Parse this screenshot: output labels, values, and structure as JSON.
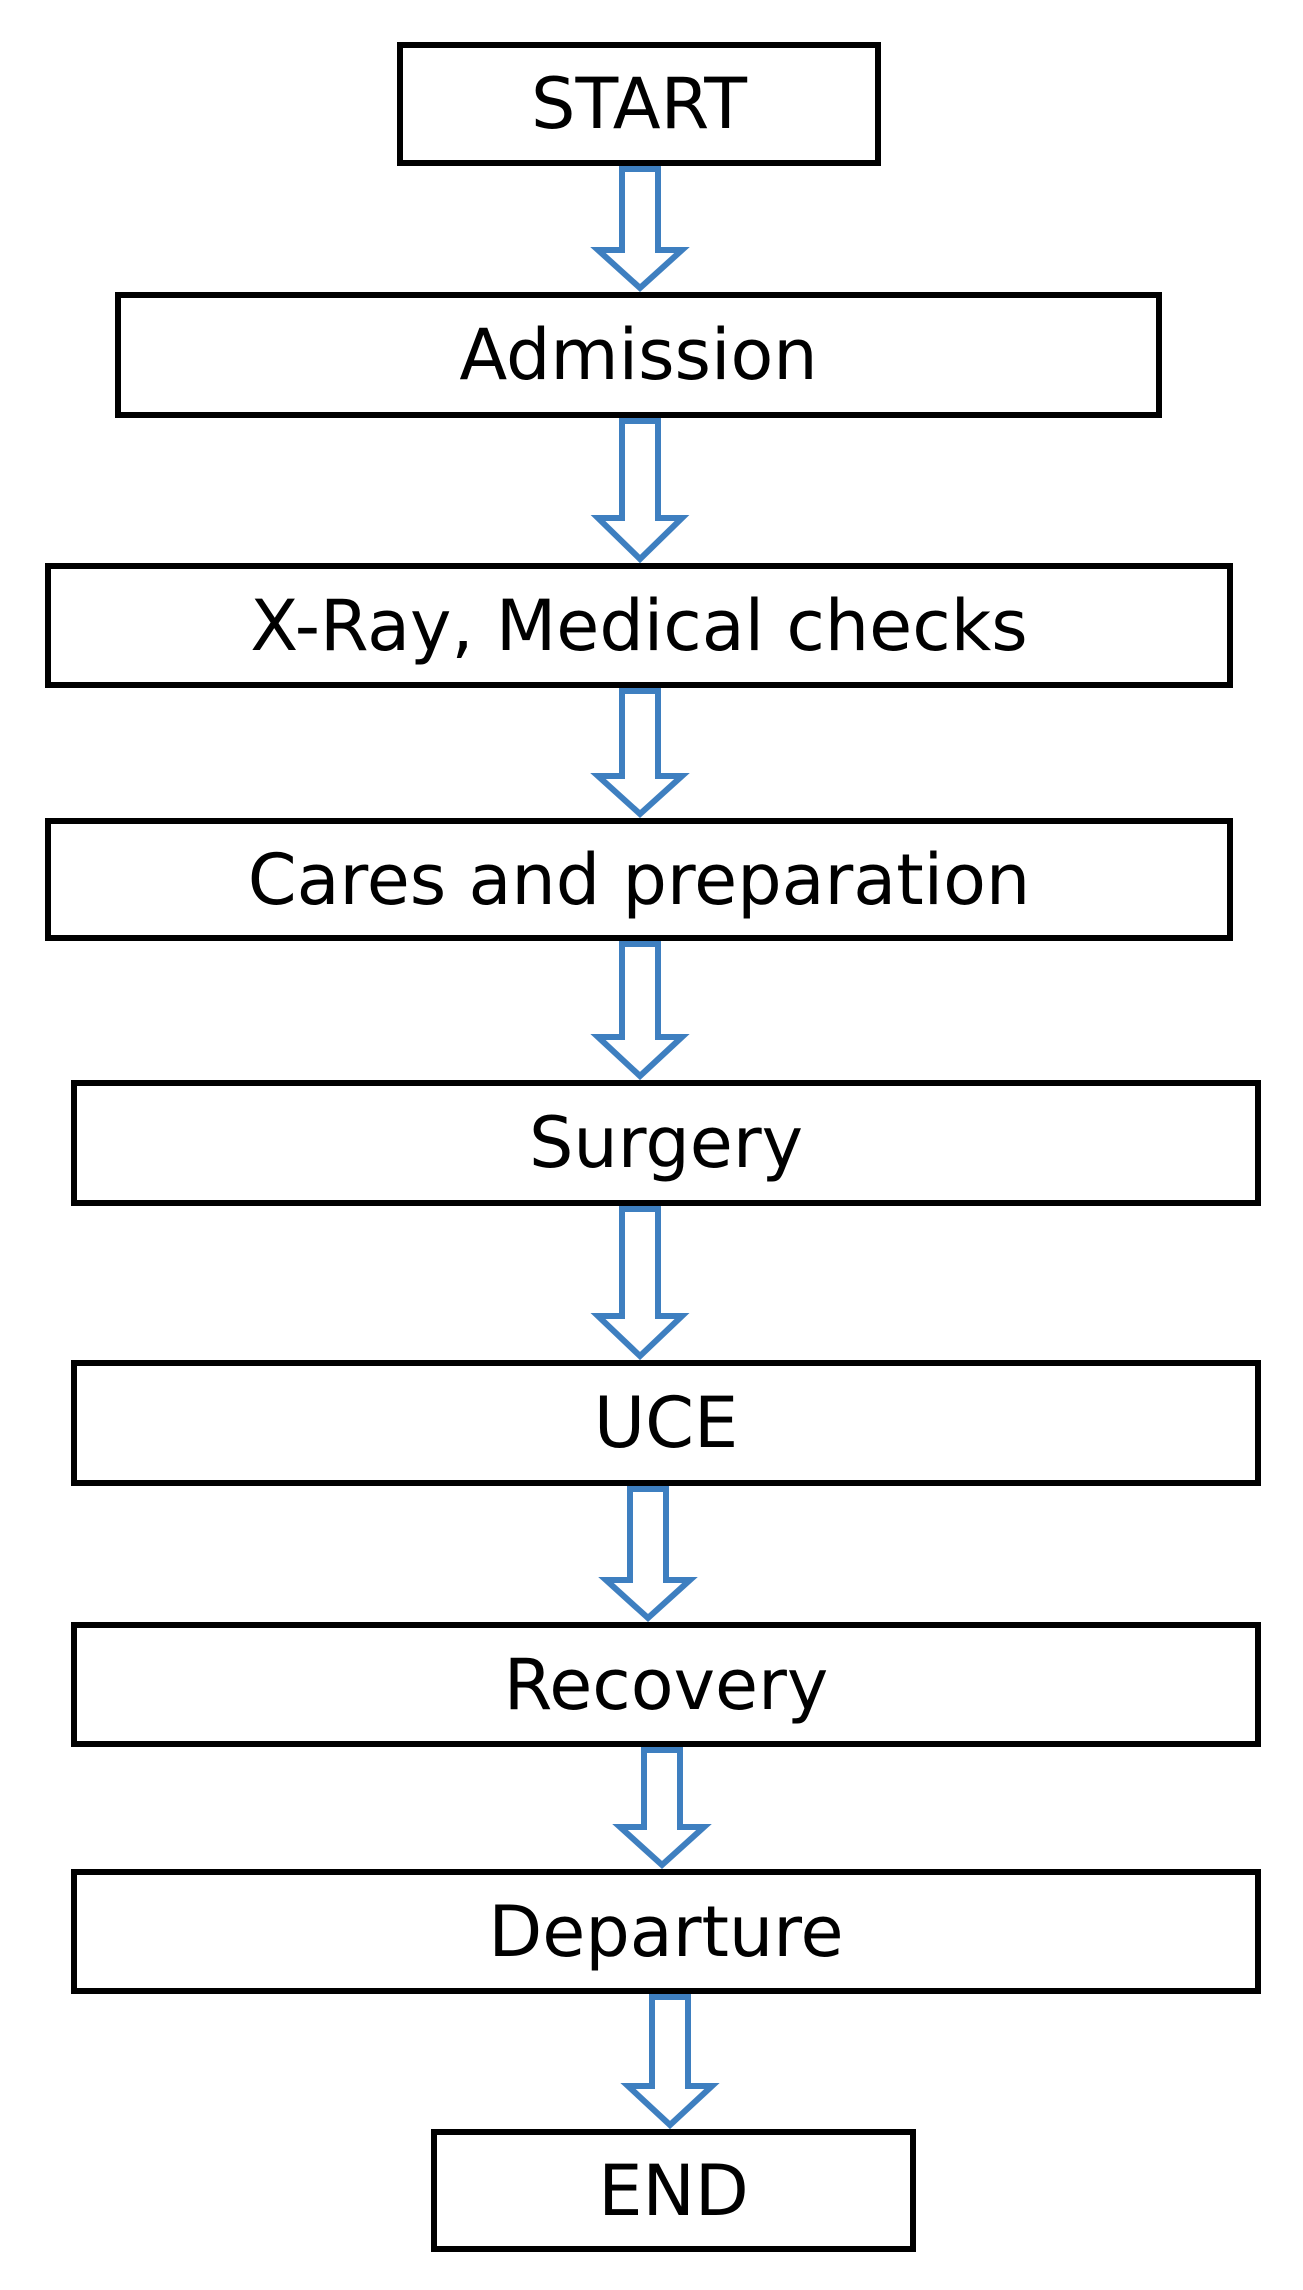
{
  "colors": {
    "box_border": "#000000",
    "box_fill": "#ffffff",
    "text": "#000000",
    "arrow_stroke": "#3E7FC0",
    "arrow_fill": "#ffffff"
  },
  "steps": [
    {
      "label": "START"
    },
    {
      "label": "Admission"
    },
    {
      "label": "X-Ray, Medical checks"
    },
    {
      "label": "Cares and preparation"
    },
    {
      "label": "Surgery"
    },
    {
      "label": "UCE"
    },
    {
      "label": "Recovery"
    },
    {
      "label": "Departure"
    },
    {
      "label": "END"
    }
  ],
  "arrow_icon": "down-arrow-icon"
}
